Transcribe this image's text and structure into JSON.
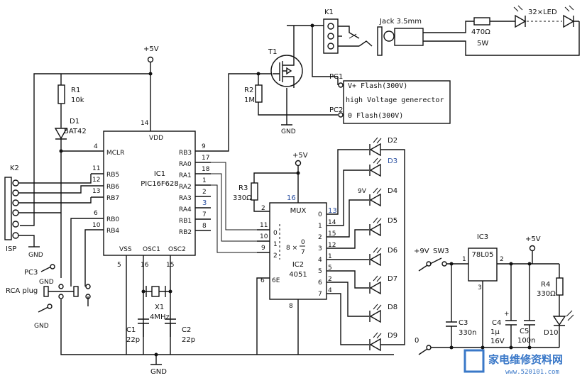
{
  "power": {
    "v5_top": "+5V",
    "v5_mux": "+5V",
    "v5_reg": "+5V",
    "v9": "+9V",
    "zero": "0"
  },
  "gnd": {
    "main": "GND",
    "t1": "GND",
    "isp": "GND",
    "pc3": "GND",
    "rca": "GND",
    "bottom": "GND"
  },
  "mcu": {
    "ref": "IC1",
    "part": "PIC16F628",
    "vdd": "VDD",
    "vss": "VSS",
    "osc1": "OSC1",
    "osc2": "OSC2",
    "pin_vdd": "14",
    "pin_vss": "5",
    "pin_osc1": "16",
    "pin_osc2": "15",
    "left_pins": [
      {
        "num": "4",
        "name": "MCLR"
      },
      {
        "num": "11",
        "name": "RB5"
      },
      {
        "num": "12",
        "name": "RB6"
      },
      {
        "num": "13",
        "name": "RB7"
      },
      {
        "num": "6",
        "name": "RB0"
      },
      {
        "num": "10",
        "name": "RB4"
      }
    ],
    "right_pins": [
      {
        "num": "9",
        "name": "RB3"
      },
      {
        "num": "17",
        "name": "RA0"
      },
      {
        "num": "18",
        "name": "RA1"
      },
      {
        "num": "1",
        "name": "RA2"
      },
      {
        "num": "2",
        "name": "RA3"
      },
      {
        "num": "3",
        "name": "RA4"
      },
      {
        "num": "7",
        "name": "RB1"
      },
      {
        "num": "8",
        "name": "RB2"
      }
    ]
  },
  "mux": {
    "ref": "IC2",
    "part": "4051",
    "label": "MUX",
    "inner": "8 ×",
    "inner_top": "0",
    "inner_bot": "7",
    "pin_vcc": "16",
    "pin_gnd": "8",
    "pin_inh": "6",
    "sel_pins": [
      {
        "num": "11",
        "bit": "0"
      },
      {
        "num": "10",
        "bit": "1"
      },
      {
        "num": "9",
        "bit": "2"
      }
    ],
    "out_pins": [
      {
        "num": "13",
        "ch": "0"
      },
      {
        "num": "14",
        "ch": "1"
      },
      {
        "num": "15",
        "ch": "2"
      },
      {
        "num": "12",
        "ch": "3"
      },
      {
        "num": "1",
        "ch": "4"
      },
      {
        "num": "5",
        "ch": "5"
      },
      {
        "num": "2",
        "ch": "6"
      },
      {
        "num": "4",
        "ch": "7"
      }
    ]
  },
  "leds": [
    "D2",
    "D3",
    "D4",
    "D5",
    "D6",
    "D7",
    "D8",
    "D9"
  ],
  "led_supply": "9V",
  "resistors": {
    "r1_ref": "R1",
    "r1_val": "10k",
    "r2_ref": "R2",
    "r2_val": "1M",
    "r3_ref": "R3",
    "r3_val": "330Ω",
    "r4_ref": "R4",
    "r4_val": "330Ω",
    "r5_val": "470Ω",
    "r5_watt": "5W"
  },
  "diode_d1": {
    "ref": "D1",
    "part": "BAT42"
  },
  "transistor": {
    "ref": "T1"
  },
  "relay": {
    "ref": "K1"
  },
  "jack": {
    "label": "Jack 3.5mm"
  },
  "led_string": {
    "label": "32×LED"
  },
  "flash": {
    "pc1": "PC1",
    "pc2": "PC2",
    "vplus": "V+ Flash(300V)",
    "title": "high Voltage generector",
    "zero": "0 Flash(300V)"
  },
  "isp": {
    "ref": "K2",
    "label": "ISP"
  },
  "rca": {
    "pc3": "PC3",
    "label": "RCA plug"
  },
  "crystal": {
    "ref": "X1",
    "freq": "4MHz"
  },
  "caps": {
    "c1_ref": "C1",
    "c1_val": "22p",
    "c2_ref": "C2",
    "c2_val": "22p",
    "c3_ref": "C3",
    "c3_val": "330n",
    "c4_ref": "C4",
    "c4_val": "1μ",
    "c4_volt": "16V",
    "c5_ref": "C5",
    "c5_val": "100n"
  },
  "regulator": {
    "ref": "IC3",
    "part": "78L05",
    "pin_in": "1",
    "pin_out": "2",
    "pin_gnd": "3"
  },
  "switch": {
    "ref": "SW3"
  },
  "led_d10": {
    "ref": "D10"
  },
  "watermark": {
    "cn": "家电维修资料网",
    "url": "www.520101.com"
  }
}
